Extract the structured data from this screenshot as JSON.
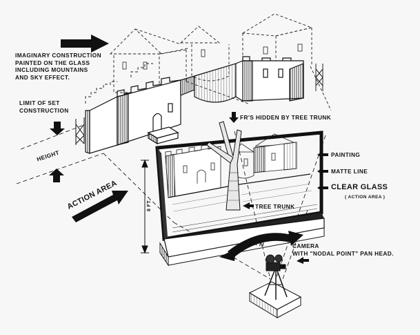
{
  "labels": {
    "imaginary": [
      "IMAGINARY CONSTRUCTION",
      "PAINTED ON THE GLASS",
      "INCLUDING MOUNTAINS",
      "AND SKY EFFECT."
    ],
    "limit": [
      "LIMIT OF SET",
      "CONSTRUCTION"
    ],
    "height": "HEIGHT",
    "action_area": "ACTION AREA",
    "hidden": "FR'S HIDDEN BY TREE TRUNK",
    "painting": "PAINTING",
    "matte_line": "MATTE LINE",
    "clear_glass": "CLEAR GLASS",
    "clear_glass_sub": "( ACTION AREA )",
    "tree_trunk": "TREE TRUNK",
    "pan": "PAN",
    "camera": [
      "CAMERA",
      "WITH \"NODAL POINT\" PAN HEAD."
    ],
    "eight_ft": "8 FT."
  }
}
